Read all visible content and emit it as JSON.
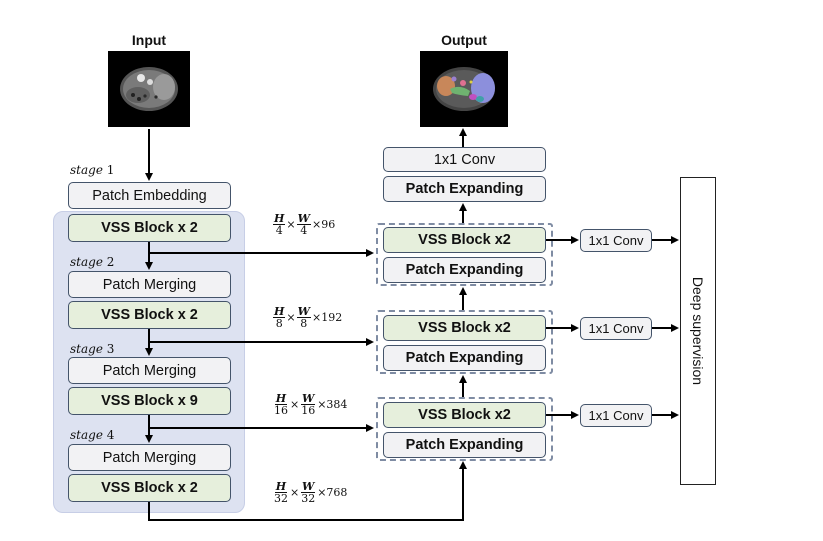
{
  "input": {
    "title": "Input",
    "image": "mri-abdomen-slice-grayscale"
  },
  "output": {
    "title": "Output",
    "image": "mri-abdomen-slice-segmented-color-overlay"
  },
  "encoder": {
    "stages": [
      {
        "label_word": "stage",
        "label_num": "1",
        "block_top": "Patch Embedding",
        "block_bottom": "VSS Block x 2"
      },
      {
        "label_word": "stage",
        "label_num": "2",
        "block_top": "Patch Merging",
        "block_bottom": "VSS Block x 2"
      },
      {
        "label_word": "stage",
        "label_num": "3",
        "block_top": "Patch Merging",
        "block_bottom": "VSS Block x 9"
      },
      {
        "label_word": "stage",
        "label_num": "4",
        "block_top": "Patch Merging",
        "block_bottom": "VSS Block x 2"
      }
    ]
  },
  "skip_labels": [
    {
      "h_num": "H",
      "h_den": "4",
      "w_num": "W",
      "w_den": "4",
      "times": "×",
      "channels": "×96"
    },
    {
      "h_num": "H",
      "h_den": "8",
      "w_num": "W",
      "w_den": "8",
      "times": "×",
      "channels": "×192"
    },
    {
      "h_num": "H",
      "h_den": "16",
      "w_num": "W",
      "w_den": "16",
      "times": "×",
      "channels": "×384"
    },
    {
      "h_num": "H",
      "h_den": "32",
      "w_num": "W",
      "w_den": "32",
      "times": "×",
      "channels": "×768"
    }
  ],
  "decoder": {
    "head": {
      "conv": "1x1 Conv",
      "expand": "Patch Expanding"
    },
    "blocks": [
      {
        "vss": "VSS Block x2",
        "expand": "Patch Expanding",
        "side_conv": "1x1 Conv"
      },
      {
        "vss": "VSS Block x2",
        "expand": "Patch Expanding",
        "side_conv": "1x1 Conv"
      },
      {
        "vss": "VSS Block x2",
        "expand": "Patch Expanding",
        "side_conv": "1x1 Conv"
      }
    ]
  },
  "deep_supervision": {
    "label": "Deep supervision"
  },
  "colors": {
    "encoder_bg": "#dde2f1",
    "vss_block": "#e6efdc",
    "gray_block": "#f2f2f4",
    "border": "#44546a",
    "dashed_border": "#7f8ca3"
  }
}
